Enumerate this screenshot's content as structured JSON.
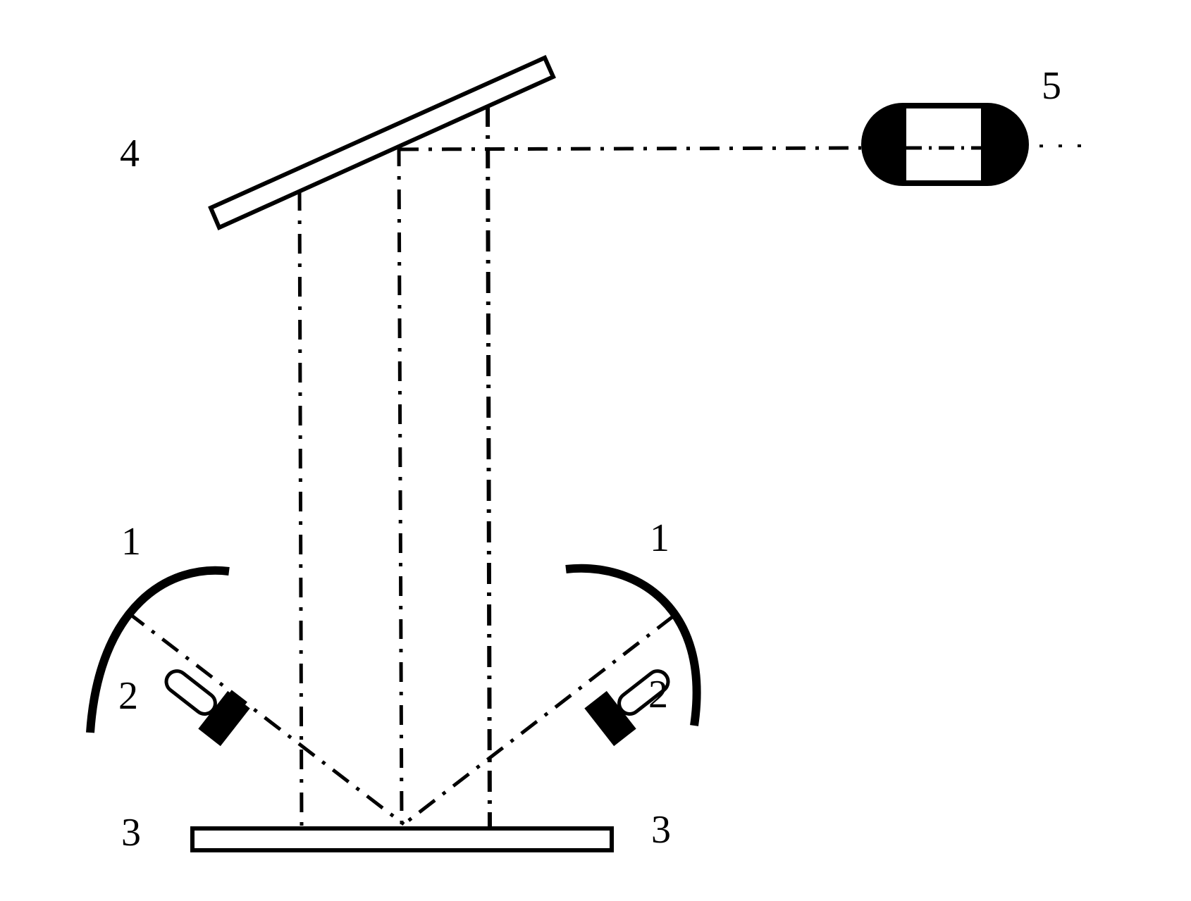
{
  "labels": {
    "curved_reflector": "1",
    "lamp": "2",
    "sample_plate": "3",
    "inclined_mirror": "4",
    "detector": "5"
  },
  "colors": {
    "ink": "#000000",
    "background": "#ffffff"
  }
}
